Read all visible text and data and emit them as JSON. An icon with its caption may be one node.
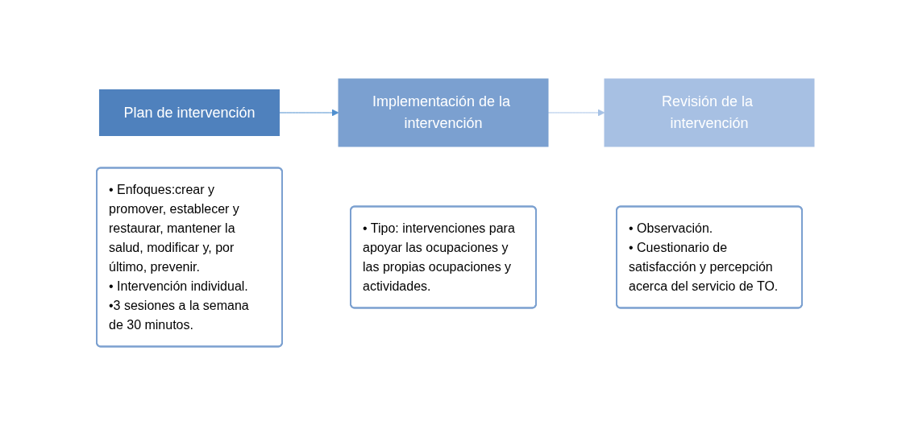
{
  "diagram": {
    "nodes": [
      {
        "text": [
          "Plan de intervención"
        ]
      },
      {
        "text": [
          "• Enfoques:crear y promover, establecer y restaurar, mantener la salud, modificar y, por último, prevenir.",
          "• Intervención individual.",
          "•3 sesiones a la semana de 30 minutos."
        ]
      },
      {
        "text": [
          "Implementación de la intervención"
        ]
      },
      {
        "text": [
          "• Tipo: intervenciones para apoyar las ocupaciones y las propias ocupaciones y actividades."
        ]
      },
      {
        "text": [
          "Revisión de la intervención"
        ]
      },
      {
        "text": [
          "• Observación.",
          "• Cuestionario de satisfacción y percepción acerca del servicio de TO."
        ]
      }
    ],
    "edges": [
      {
        "from": 0,
        "to": 2,
        "arrow": "to",
        "color": "#4f8fcf"
      },
      {
        "from": 2,
        "to": 4,
        "arrow": "to",
        "color": "#a6c2e6"
      }
    ]
  }
}
